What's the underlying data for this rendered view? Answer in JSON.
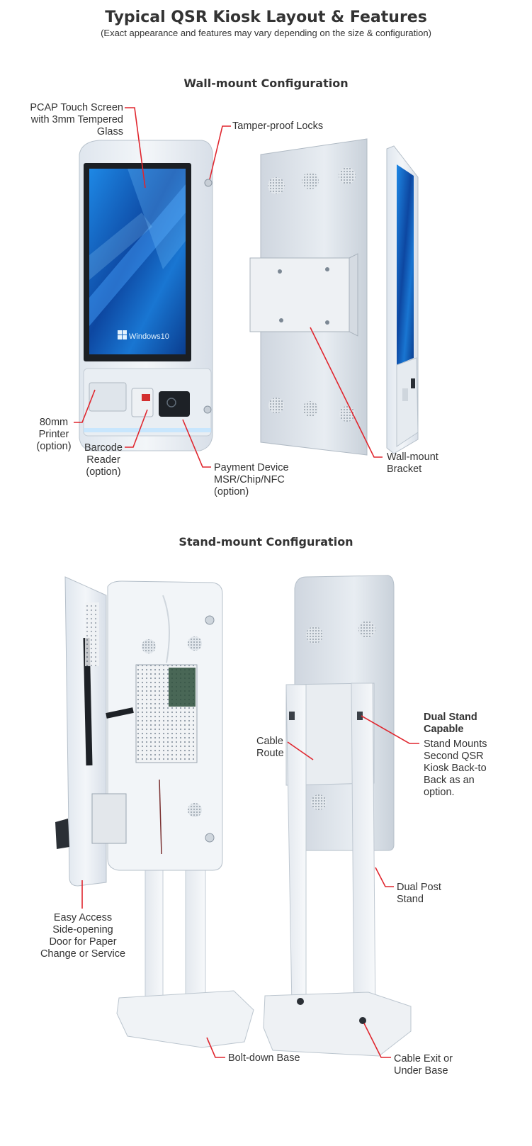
{
  "header": {
    "title": "Typical QSR Kiosk Layout & Features",
    "subtitle": "(Exact appearance and features may vary depending on the size & configuration)"
  },
  "sections": {
    "wall": "Wall-mount Configuration",
    "stand": "Stand-mount Configuration"
  },
  "screen_brand": "Windows10",
  "callouts": {
    "touch": [
      "PCAP Touch Screen",
      "with 3mm Tempered",
      "Glass"
    ],
    "locks": [
      "Tamper-proof Locks"
    ],
    "printer": [
      "80mm",
      "Printer",
      "(option)"
    ],
    "barcode": [
      "Barcode",
      "Reader",
      "(option)"
    ],
    "payment": [
      "Payment Device",
      "MSR/Chip/NFC",
      "(option)"
    ],
    "bracket": [
      "Wall-mount",
      "Bracket"
    ],
    "cable_route": [
      "Cable",
      "Route"
    ],
    "dual_title": [
      "Dual Stand",
      "Capable"
    ],
    "dual_body": [
      "Stand Mounts",
      "Second QSR",
      "Kiosk Back-to",
      "Back as an",
      "option."
    ],
    "dual_post": [
      "Dual Post",
      "Stand"
    ],
    "door": [
      "Easy Access",
      "Side-opening",
      "Door for Paper",
      "Change or Service"
    ],
    "base": [
      "Bolt-down Base"
    ],
    "cable_exit": [
      "Cable Exit or",
      "Under Base"
    ]
  },
  "colors": {
    "leader": "#e0262e",
    "kiosk_body": "#eef2f6",
    "screen_blue": "#1565c0"
  }
}
